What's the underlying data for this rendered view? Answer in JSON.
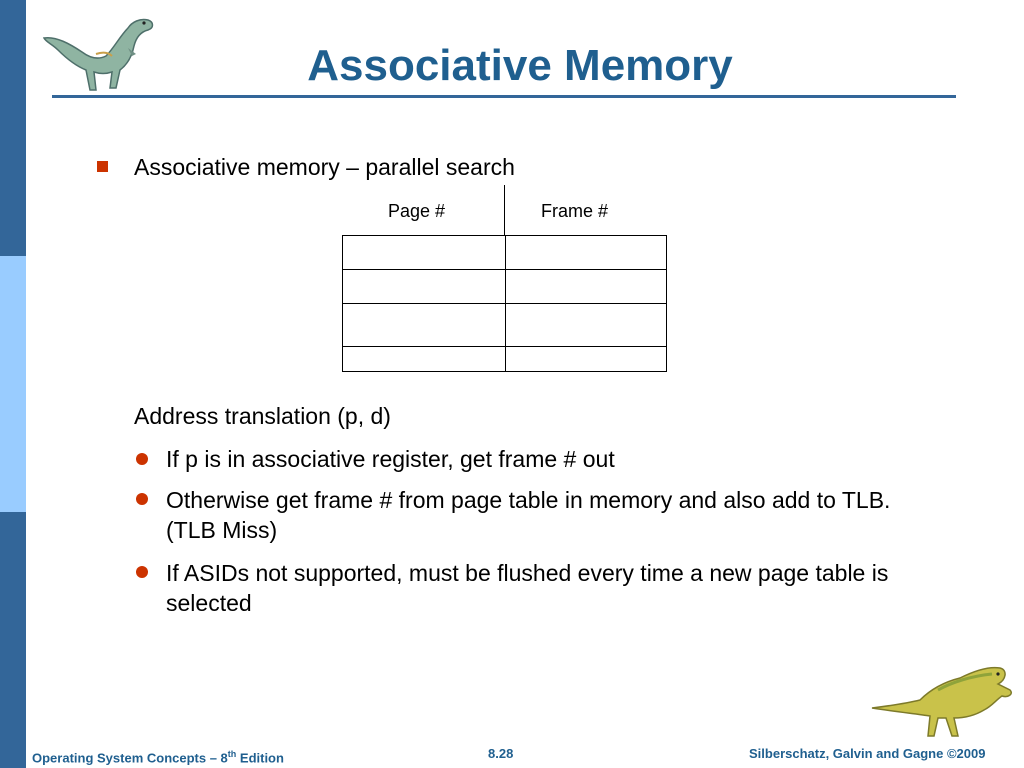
{
  "slide": {
    "title": "Associative Memory",
    "bullet_main": "Associative memory – parallel search",
    "table": {
      "col_page": "Page #",
      "col_frame": "Frame #",
      "rows": 4
    },
    "address_translation": "Address translation (p, d)",
    "sub_bullets": [
      "If p is in associative register, get frame # out",
      "Otherwise get frame # from page table in memory and also add to TLB. (TLB Miss)",
      "If ASIDs not supported, must be flushed every time a new page table is selected"
    ]
  },
  "footer": {
    "left_prefix": "Operating System Concepts – 8",
    "left_sup": "th",
    "left_suffix": " Edition",
    "page_number": "8.28",
    "right": "Silberschatz, Galvin and Gagne ©2009"
  },
  "colors": {
    "title": "#1f5f8f",
    "stripe_dark": "#336699",
    "stripe_light": "#99ccff",
    "bullet": "#cc3300"
  },
  "icons": {
    "top_left": "dinosaur-illustration",
    "bottom_right": "dinosaur-illustration"
  }
}
